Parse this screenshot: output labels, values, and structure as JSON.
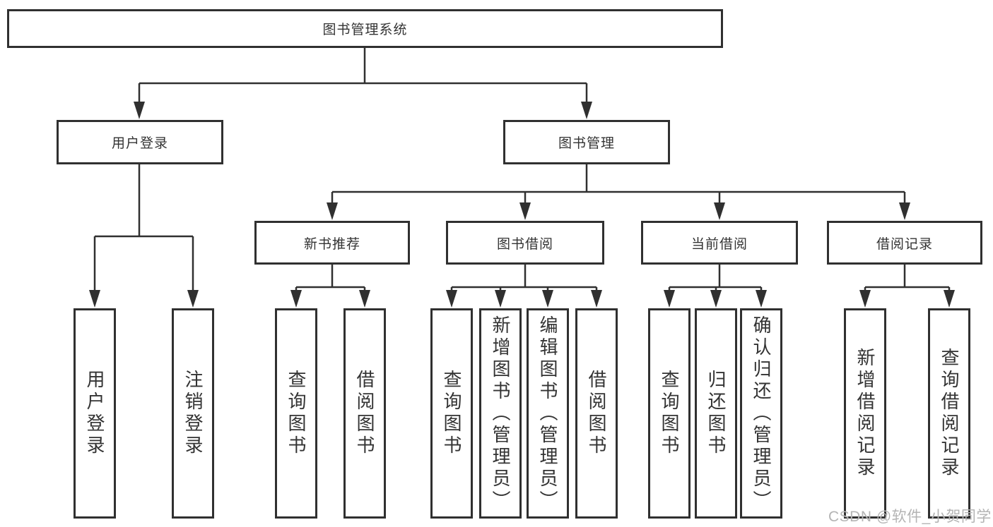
{
  "diagram": {
    "root": {
      "label": "图书管理系统",
      "children": [
        {
          "label": "用户登录",
          "children": [
            {
              "label": "用户登录"
            },
            {
              "label": "注销登录"
            }
          ]
        },
        {
          "label": "图书管理",
          "children": [
            {
              "label": "新书推荐",
              "children": [
                {
                  "label": "查询图书"
                },
                {
                  "label": "借阅图书"
                }
              ]
            },
            {
              "label": "图书借阅",
              "children": [
                {
                  "label": "查询图书"
                },
                {
                  "label": "新增图书（管理员）"
                },
                {
                  "label": "编辑图书（管理员）"
                },
                {
                  "label": "借阅图书"
                }
              ]
            },
            {
              "label": "当前借阅",
              "children": [
                {
                  "label": "查询图书"
                },
                {
                  "label": "归还图书"
                },
                {
                  "label": "确认归还（管理员）"
                }
              ]
            },
            {
              "label": "借阅记录",
              "children": [
                {
                  "label": "新增借阅记录"
                },
                {
                  "label": "查询借阅记录"
                }
              ]
            }
          ]
        }
      ]
    }
  },
  "watermark": {
    "text": "CSDN @软件_小贺同学"
  },
  "colors": {
    "line": "#303030",
    "text": "#333333",
    "watermark": "#b4b4b4",
    "background": "#ffffff"
  }
}
